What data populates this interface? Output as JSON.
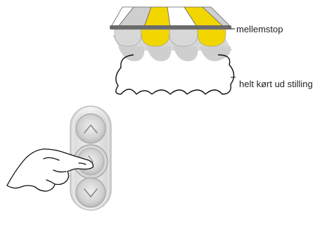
{
  "labels": {
    "intermediate_stop": "mellemstop",
    "fully_extended": "helt kørt ud stilling"
  },
  "awning": {
    "stripe_colors": [
      "#ffffff",
      "#f2d600",
      "#ffffff",
      "#f2d600"
    ],
    "scallop_color": "#c9c9c9",
    "frame_color": "#555555"
  },
  "remote": {
    "buttons": [
      {
        "name": "up-button",
        "icon": "chevron-up-icon"
      },
      {
        "name": "stop-button",
        "icon": "stop-icon",
        "pressed": true
      },
      {
        "name": "down-button",
        "icon": "chevron-down-icon"
      }
    ],
    "body_color": "#e4e4e4",
    "button_color": "#cfcfcf"
  },
  "hand": {
    "icon": "pointing-hand-icon"
  }
}
